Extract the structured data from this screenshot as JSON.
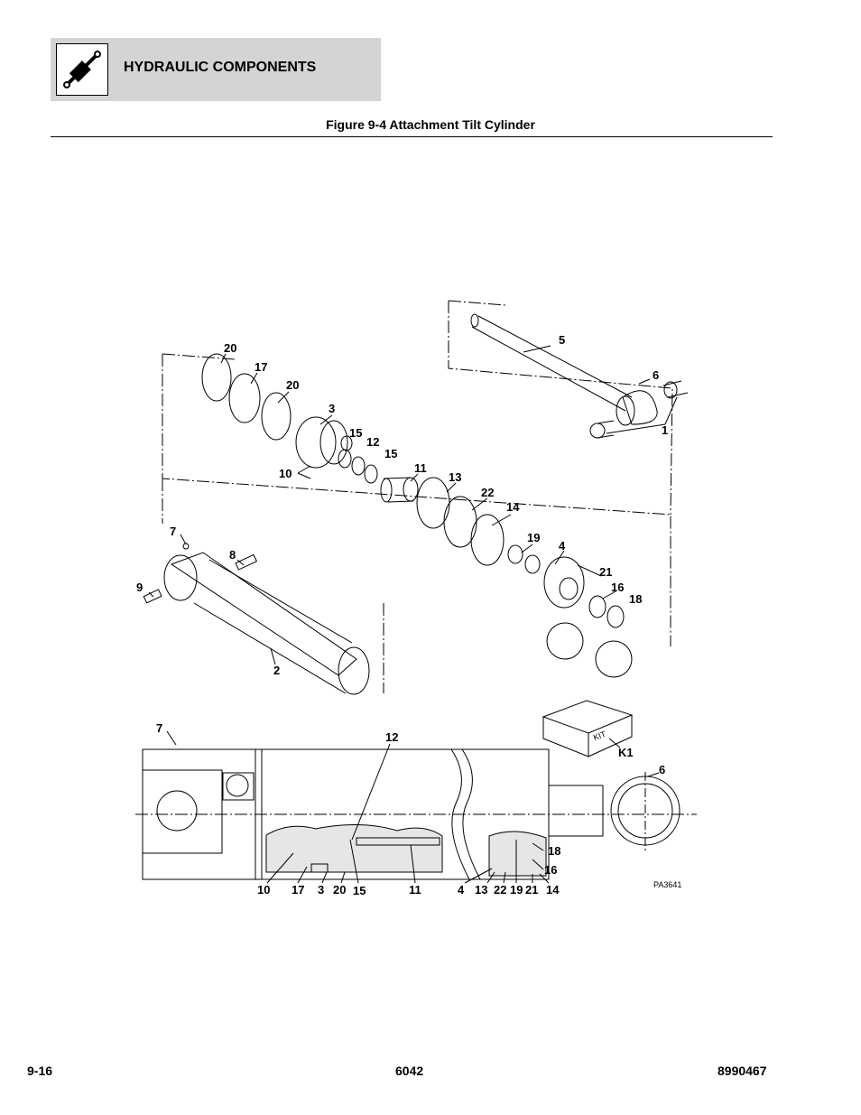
{
  "header": {
    "section_title": "HYDRAULIC COMPONENTS",
    "icon": "hydraulic-cylinder-icon",
    "band_color": "#d4d4d4"
  },
  "figure": {
    "title": "Figure 9-4 Attachment Tilt Cylinder",
    "drawing_id": "PA3641",
    "kit_text": "KIT",
    "callouts_exploded": [
      "20",
      "17",
      "20",
      "3",
      "15",
      "12",
      "15",
      "10",
      "11",
      "13",
      "22",
      "14",
      "19",
      "4",
      "21",
      "16",
      "18",
      "5",
      "6",
      "1",
      "7",
      "8",
      "9",
      "2"
    ],
    "callouts_section": [
      "7",
      "12",
      "K1",
      "6",
      "18",
      "16",
      "10",
      "17",
      "3",
      "20",
      "15",
      "11",
      "4",
      "13",
      "22",
      "19",
      "21",
      "14"
    ]
  },
  "footer": {
    "page_number": "9-16",
    "model": "6042",
    "manual_number": "8990467"
  }
}
